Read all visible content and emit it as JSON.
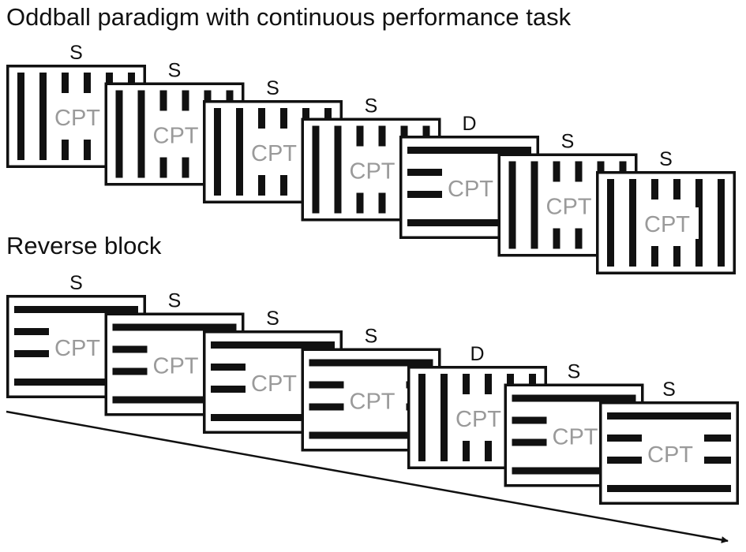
{
  "title": "Oddball paradigm with continuous performance task",
  "subtitle": "Reverse block",
  "cpt_label": "CPT",
  "colors": {
    "ink": "#111111",
    "cpt_text": "#9a9a9a",
    "background": "#ffffff"
  },
  "blocks": [
    {
      "name": "oddball",
      "heading": "title",
      "trials": [
        {
          "label": "S",
          "orientation": "vertical"
        },
        {
          "label": "S",
          "orientation": "vertical"
        },
        {
          "label": "S",
          "orientation": "vertical"
        },
        {
          "label": "S",
          "orientation": "vertical"
        },
        {
          "label": "D",
          "orientation": "horizontal"
        },
        {
          "label": "S",
          "orientation": "vertical"
        },
        {
          "label": "S",
          "orientation": "vertical"
        }
      ]
    },
    {
      "name": "reverse",
      "heading": "subtitle",
      "trials": [
        {
          "label": "S",
          "orientation": "horizontal"
        },
        {
          "label": "S",
          "orientation": "horizontal"
        },
        {
          "label": "S",
          "orientation": "horizontal"
        },
        {
          "label": "S",
          "orientation": "horizontal"
        },
        {
          "label": "D",
          "orientation": "vertical"
        },
        {
          "label": "S",
          "orientation": "horizontal"
        },
        {
          "label": "S",
          "orientation": "horizontal"
        }
      ]
    }
  ]
}
